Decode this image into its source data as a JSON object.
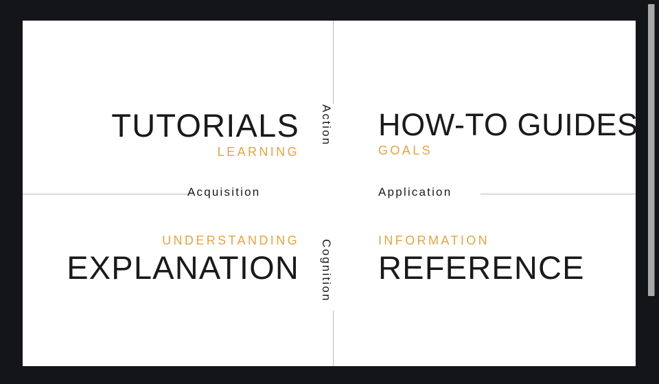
{
  "diagram": {
    "accent_color": "#e8a33d",
    "text_color": "#1a1a1a",
    "rule_color": "#b9b9b9",
    "panel_background": "#ffffff",
    "viewer_background": "#141518",
    "axes": {
      "horizontal_left": "Acquisition",
      "horizontal_right": "Application",
      "vertical_top": "Action",
      "vertical_bottom": "Cognition"
    },
    "quadrants": {
      "top_left": {
        "title": "TUTORIALS",
        "subtitle": "LEARNING"
      },
      "top_right": {
        "title": "HOW-TO GUIDES",
        "subtitle": "GOALS"
      },
      "bottom_left": {
        "title": "EXPLANATION",
        "subtitle": "UNDERSTANDING"
      },
      "bottom_right": {
        "title": "REFERENCE",
        "subtitle": "INFORMATION"
      }
    }
  }
}
